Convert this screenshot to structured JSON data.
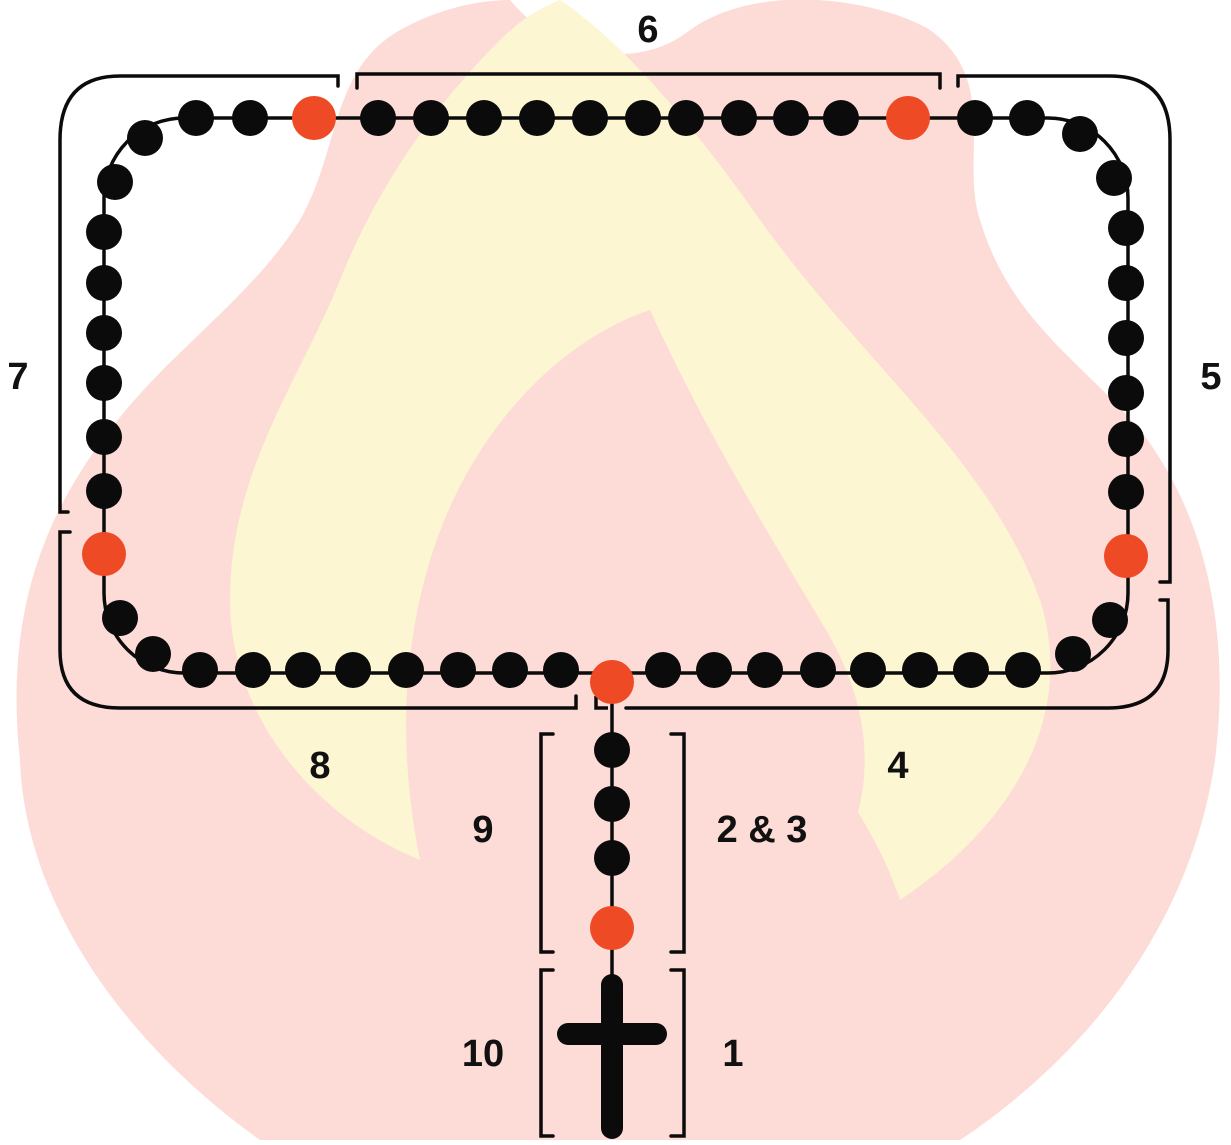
{
  "colors": {
    "flame_outer": "#fddbd6",
    "flame_inner": "#fdf6d2",
    "bead": "#0b0b0b",
    "marker_bead": "#ee4a25",
    "chain": "#0b0b0b",
    "bracket": "#0b0b0b"
  },
  "labels": {
    "section_1": "1",
    "section_2_3": "2 & 3",
    "section_4": "4",
    "section_5": "5",
    "section_6": "6",
    "section_7": "7",
    "section_8": "8",
    "section_9": "9",
    "section_10": "10"
  },
  "icons": {
    "crucifix": "cross-icon",
    "background": "flame-icon"
  }
}
